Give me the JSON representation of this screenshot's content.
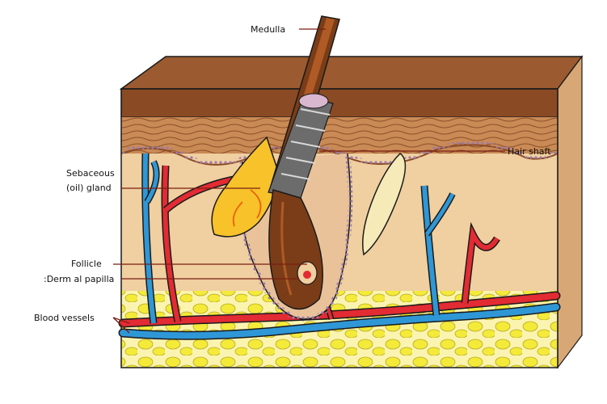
{
  "labels": {
    "medulla": "Medulla",
    "hair_shaft": "Hair shaft",
    "sebaceous_line1": "Sebaceous",
    "sebaceous_line2": "(oil) gland",
    "follicle": "Follicle",
    "dermal_papilla": ":Derm al papilla",
    "blood_vessels": "Blood vessels"
  },
  "colors": {
    "epidermis": "#8a4a24",
    "dermis_upper": "#c98a55",
    "dermis": "#f0cfa0",
    "fat_cells": "#f3ea3a",
    "artery": "#e22b33",
    "vein": "#2f97d6",
    "hair": "#7a3d18",
    "gland": "#f7c22a",
    "follicle_dots": "#b79ac8",
    "leader_line": "#7a1f12",
    "outline": "#1a1a1a"
  }
}
